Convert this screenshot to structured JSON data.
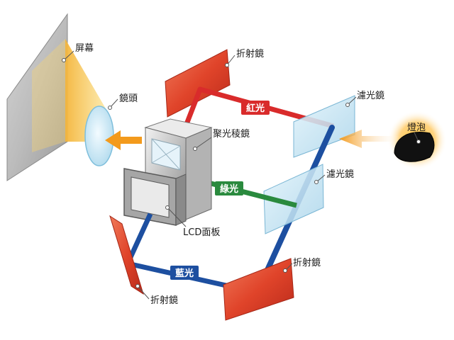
{
  "labels": {
    "screen": "屏幕",
    "lens": "鏡頭",
    "prism": "聚光稜鏡",
    "lcd_panel": "LCD面板",
    "mirror_top": "折射鏡",
    "mirror_bottom_right": "折射鏡",
    "mirror_bottom_left": "折射鏡",
    "filter_top": "濾光鏡",
    "filter_middle": "濾光鏡",
    "lamp": "燈泡",
    "red_light": "紅光",
    "green_light": "綠光",
    "blue_light": "藍光"
  },
  "colors": {
    "red": "#d92b2b",
    "green": "#2a8a3e",
    "blue": "#1d4fa0",
    "light_arrow": "#f39a1c",
    "mirror": "#e0502c",
    "filter": "#bfe0f2"
  }
}
